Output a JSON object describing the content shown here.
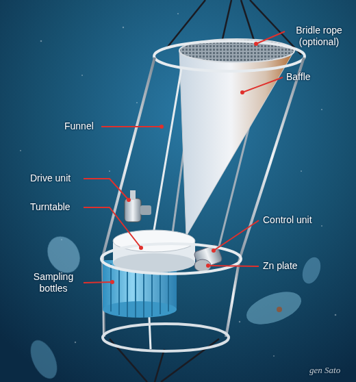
{
  "diagram": {
    "labels": [
      "Bridle rope (optional)",
      "Baffle",
      "Funnel",
      "Drive unit",
      "Turntable",
      "Control unit",
      "Zn plate",
      "Sampling bottles",
      "gen Sato"
    ]
  }
}
